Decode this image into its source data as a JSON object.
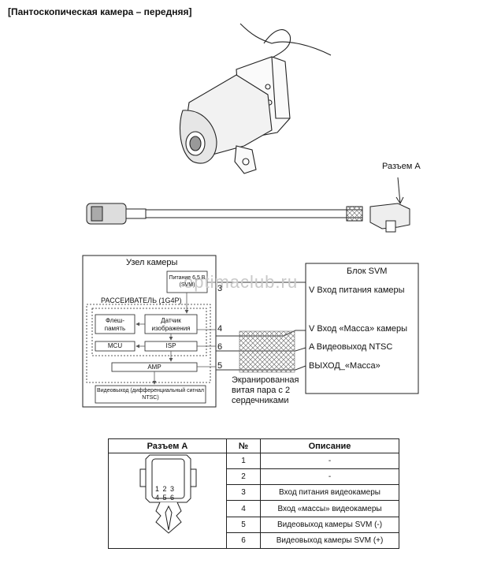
{
  "title": "[Пантоскопическая камера – передняя]",
  "watermark": "optimaclub.ru",
  "connector_label": "Разъем A",
  "camera_unit": {
    "title": "Узел камеры",
    "power_box": "Питание 6,5 В (SVM)",
    "diffuser": "РАССЕИВАТЕЛЬ (1G4P)",
    "flash": "Флеш-память",
    "sensor": "Датчик изображения",
    "mcu": "MCU",
    "isp": "ISP",
    "amp": "AMP",
    "video_out": "Видеовыход (дифференциальный сигнал NTSC)"
  },
  "pin_numbers": [
    "3",
    "4",
    "6",
    "5"
  ],
  "svm_block": {
    "title": "Блок SVM",
    "lines": [
      "V Вход питания камеры",
      "V Вход «Масса» камеры",
      "A Видеовыход NTSC",
      "ВЫХОД_«Масса»"
    ]
  },
  "twisted_pair": "Экранированная витая пара с 2 сердечниками",
  "table": {
    "headers": [
      "Разъем A",
      "№",
      "Описание"
    ],
    "connector_pins_top": "1 2 3",
    "connector_pins_bottom": "4 5 6",
    "rows": [
      {
        "no": "1",
        "desc": "-"
      },
      {
        "no": "2",
        "desc": "-"
      },
      {
        "no": "3",
        "desc": "Вход питания видеокамеры"
      },
      {
        "no": "4",
        "desc": "Вход «массы» видеокамеры"
      },
      {
        "no": "5",
        "desc": "Видеовыход камеры SVM (-)"
      },
      {
        "no": "6",
        "desc": "Видеовыход камеры SVM (+)"
      }
    ]
  }
}
